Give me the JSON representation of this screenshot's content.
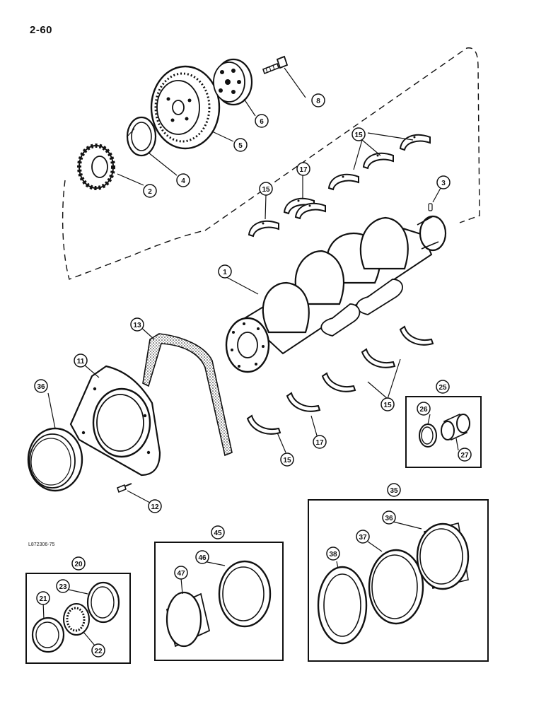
{
  "page_number": "2-60",
  "figure_code": "L872306-75",
  "callouts": [
    {
      "id": "c1",
      "label": "1"
    },
    {
      "id": "c2",
      "label": "2"
    },
    {
      "id": "c3",
      "label": "3"
    },
    {
      "id": "c4",
      "label": "4"
    },
    {
      "id": "c5",
      "label": "5"
    },
    {
      "id": "c6",
      "label": "6"
    },
    {
      "id": "c8",
      "label": "8"
    },
    {
      "id": "c11",
      "label": "11"
    },
    {
      "id": "c12",
      "label": "12"
    },
    {
      "id": "c13",
      "label": "13"
    },
    {
      "id": "c15a",
      "label": "15"
    },
    {
      "id": "c15b",
      "label": "15"
    },
    {
      "id": "c15c",
      "label": "15"
    },
    {
      "id": "c15d",
      "label": "15"
    },
    {
      "id": "c17a",
      "label": "17"
    },
    {
      "id": "c17b",
      "label": "17"
    },
    {
      "id": "c20",
      "label": "20"
    },
    {
      "id": "c21",
      "label": "21"
    },
    {
      "id": "c22",
      "label": "22"
    },
    {
      "id": "c23",
      "label": "23"
    },
    {
      "id": "c25",
      "label": "25"
    },
    {
      "id": "c26",
      "label": "26"
    },
    {
      "id": "c27",
      "label": "27"
    },
    {
      "id": "c35",
      "label": "35"
    },
    {
      "id": "c36a",
      "label": "36"
    },
    {
      "id": "c36b",
      "label": "36"
    },
    {
      "id": "c37",
      "label": "37"
    },
    {
      "id": "c38",
      "label": "38"
    },
    {
      "id": "c45",
      "label": "45"
    },
    {
      "id": "c46",
      "label": "46"
    },
    {
      "id": "c47",
      "label": "47"
    }
  ]
}
